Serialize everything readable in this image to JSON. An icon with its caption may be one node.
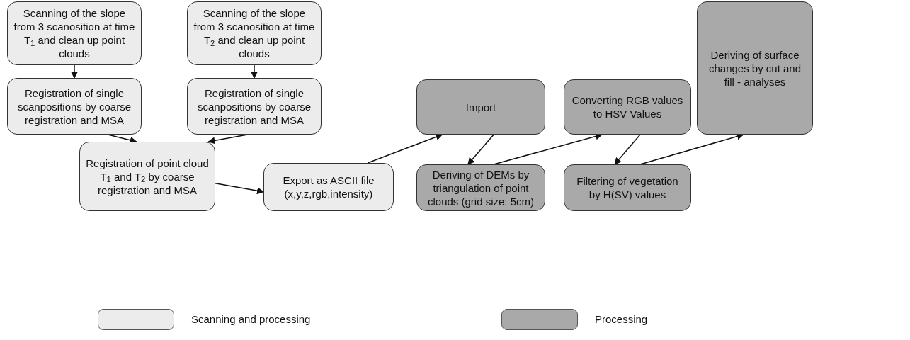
{
  "diagram": {
    "nodes": [
      {
        "text": [
          "Scanning of the slope from 3 scanosition at time T$_{1}$ and clean up point clouds"
        ]
      },
      {
        "text": [
          "Scanning of the slope from 3 scanosition at time T$_{2}$ and clean up point clouds"
        ]
      },
      {
        "text": [
          "Registration of single scanpositions by coarse registration and MSA"
        ]
      },
      {
        "text": [
          "Registration of single scanpositions by coarse registration and MSA"
        ]
      },
      {
        "text": [
          "Registration of point cloud T$_{1}$ and T$_{2}$ by coarse registration and MSA"
        ]
      },
      {
        "text": [
          "Export as ASCII file (x,y,z,rgb,intensity)"
        ]
      },
      {
        "text": [
          "Import"
        ]
      },
      {
        "text": [
          "Deriving of DEMs by triangulation of point clouds (grid size: 5cm)"
        ]
      },
      {
        "text": [
          "Converting RGB values to HSV Values"
        ]
      },
      {
        "text": [
          "Filtering of vegetation by H(SV) values"
        ]
      },
      {
        "text": [
          "Deriving of surface changes by cut and fill - analyses"
        ]
      }
    ],
    "edges": [
      {
        "from": 0,
        "to": 2,
        "arrow": "to"
      },
      {
        "from": 1,
        "to": 3,
        "arrow": "to"
      },
      {
        "from": 2,
        "to": 4,
        "arrow": "to"
      },
      {
        "from": 3,
        "to": 4,
        "arrow": "to"
      },
      {
        "from": 4,
        "to": 5,
        "arrow": "to"
      },
      {
        "from": 5,
        "to": 6,
        "arrow": "to"
      },
      {
        "from": 6,
        "to": 7,
        "arrow": "to"
      },
      {
        "from": 7,
        "to": 8,
        "arrow": "to"
      },
      {
        "from": 8,
        "to": 9,
        "arrow": "to"
      },
      {
        "from": 9,
        "to": 10,
        "arrow": "to"
      }
    ],
    "legend": [
      {
        "text": "Scanning and processing",
        "color": "#ececec"
      },
      {
        "text": "Processing",
        "color": "#a9a9a9"
      }
    ]
  }
}
